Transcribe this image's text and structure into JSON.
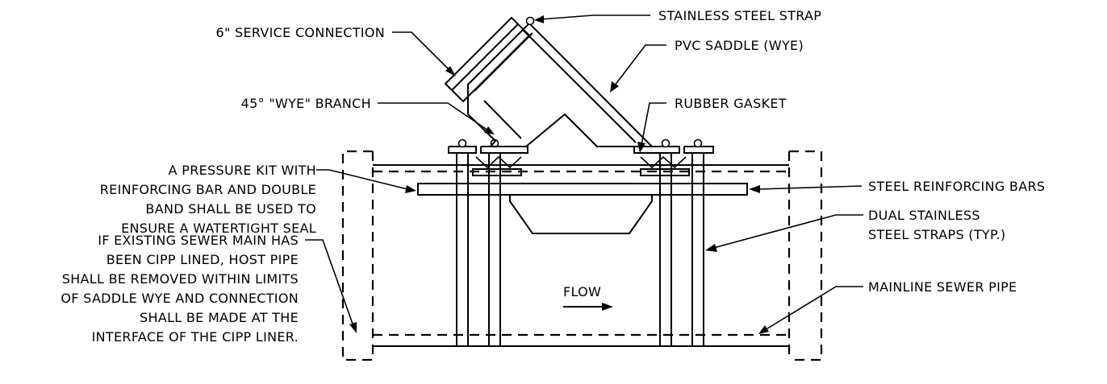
{
  "labels": {
    "service_connection": "6\" SERVICE CONNECTION",
    "stainless_strap": "STAINLESS STEEL STRAP",
    "pvc_saddle": "PVC SADDLE (WYE)",
    "wye_branch": "45° \"WYE\" BRANCH",
    "rubber_gasket": "RUBBER GASKET",
    "pressure_kit": [
      "A PRESSURE KIT WITH",
      "REINFORCING BAR AND DOUBLE",
      "BAND SHALL BE USED TO",
      "ENSURE A WATERTIGHT SEAL"
    ],
    "steel_bars": "STEEL REINFORCING BARS",
    "dual_straps": [
      "DUAL STAINLESS",
      "STEEL STRAPS (TYP.)"
    ],
    "cipp_note": [
      "IF EXISTING SEWER MAIN HAS",
      "BEEN CIPP LINED, HOST PIPE",
      "SHALL BE REMOVED WITHIN LIMITS",
      "OF SADDLE WYE AND CONNECTION",
      "SHALL BE MADE AT THE",
      "INTERFACE OF THE CIPP LINER."
    ],
    "flow": "FLOW",
    "mainline_pipe": "MAINLINE SEWER PIPE"
  }
}
